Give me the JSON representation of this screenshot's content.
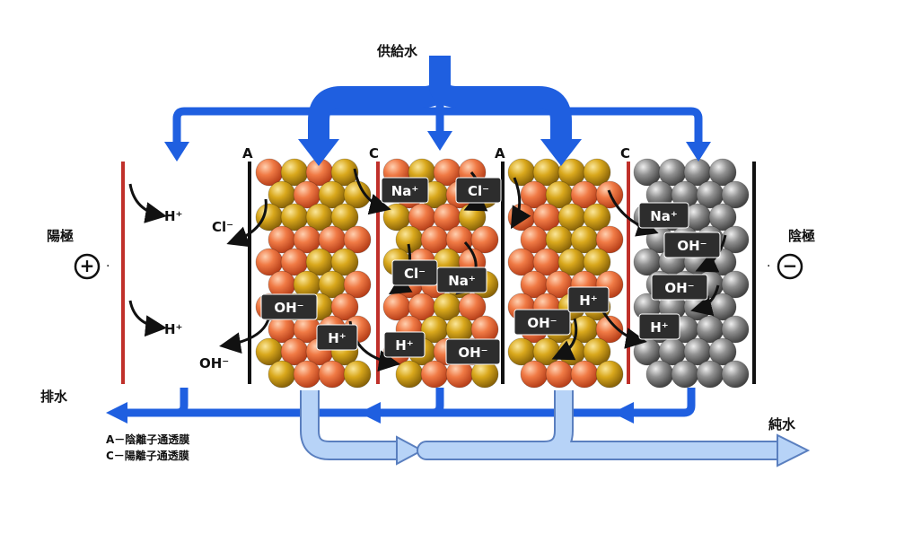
{
  "labels": {
    "feed_water": "供給水",
    "anode": "陽極",
    "cathode": "陰極",
    "drain": "排水",
    "pure_water": "純水",
    "plus_sign": "+",
    "minus_sign": "−"
  },
  "membranes": {
    "anion_mark": "A",
    "cation_mark": "C"
  },
  "legend": {
    "anion_line": "A－陰離子通透膜",
    "cation_line": "C－陽離子通透膜"
  },
  "ions": {
    "h_plus_1": "H⁺",
    "h_plus_2": "H⁺",
    "cl_free": "Cl⁻",
    "oh_free": "OH⁻",
    "oh_1": "OH⁻",
    "h_1": "H⁺",
    "na_1": "Na⁺",
    "cl_1": "Cl⁻",
    "cl_2": "Cl⁻",
    "na_2": "Na⁺",
    "h_2": "H⁺",
    "oh_2": "OH⁻",
    "oh_3": "OH⁻",
    "h_3": "H⁺",
    "na_3": "Na⁺",
    "oh_4": "OH⁻",
    "oh_5": "OH⁻",
    "h_4": "H⁺"
  },
  "colors": {
    "flow_blue": "#1f5fe0",
    "pure_blue": "#a9c9f5",
    "membrane_red": "#c0302a",
    "bead_orange": "#ee6a3a",
    "bead_yellow": "#d9a81c",
    "bead_gray": "#8a8a8a",
    "ion_box": "#2d2d2d"
  }
}
